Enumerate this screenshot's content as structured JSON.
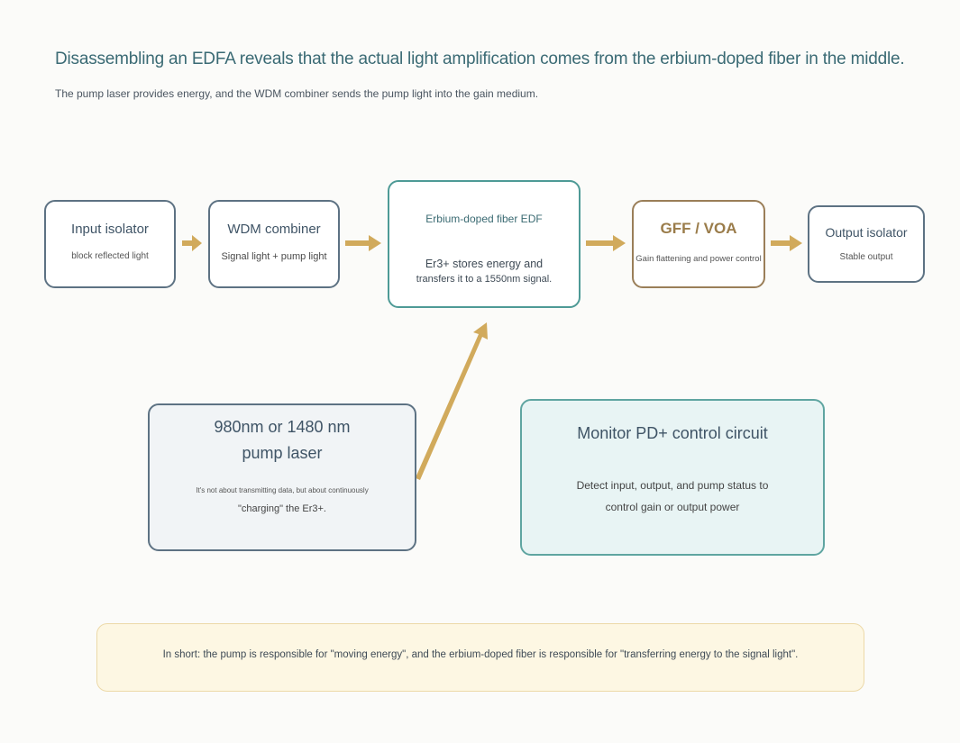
{
  "header": {
    "title": "Disassembling an EDFA reveals that the actual light amplification comes from the erbium-doped fiber in the middle.",
    "subtitle": "The pump laser provides energy, and the WDM combiner sends the pump light into the gain medium."
  },
  "blocks": {
    "input_isolator": {
      "title": "Input isolator",
      "desc": "block reflected light"
    },
    "wdm_combiner": {
      "title": "WDM combiner",
      "desc": "Signal light + pump light"
    },
    "edf": {
      "title": "Erbium-doped fiber EDF",
      "desc_line1": "Er3+ stores energy and",
      "desc_line2": "transfers it to a 1550nm signal."
    },
    "gff_voa": {
      "title": "GFF / VOA",
      "desc": "Gain flattening and power control"
    },
    "output_isolator": {
      "title": "Output isolator",
      "desc": "Stable output"
    },
    "pump_laser": {
      "title_line1": "980nm or 1480 nm",
      "title_line2": "pump laser",
      "desc_line1": "It's not about transmitting data, but about continuously",
      "desc_line2": "\"charging\" the Er3+."
    },
    "monitor": {
      "title": "Monitor PD+ control circuit",
      "desc_line1": "Detect input, output, and pump status to",
      "desc_line2": "control gain or output power"
    }
  },
  "summary": "In short: the pump is responsible for \"moving energy\", and the erbium-doped fiber is responsible for \"transferring energy to the signal light\".",
  "colors": {
    "arrow": "#d1aa5c",
    "edf_border": "#4e9a96",
    "gff_accent": "#9a7c4a",
    "monitor_fill": "#e8f4f4",
    "summary_fill": "#fdf7e3"
  }
}
